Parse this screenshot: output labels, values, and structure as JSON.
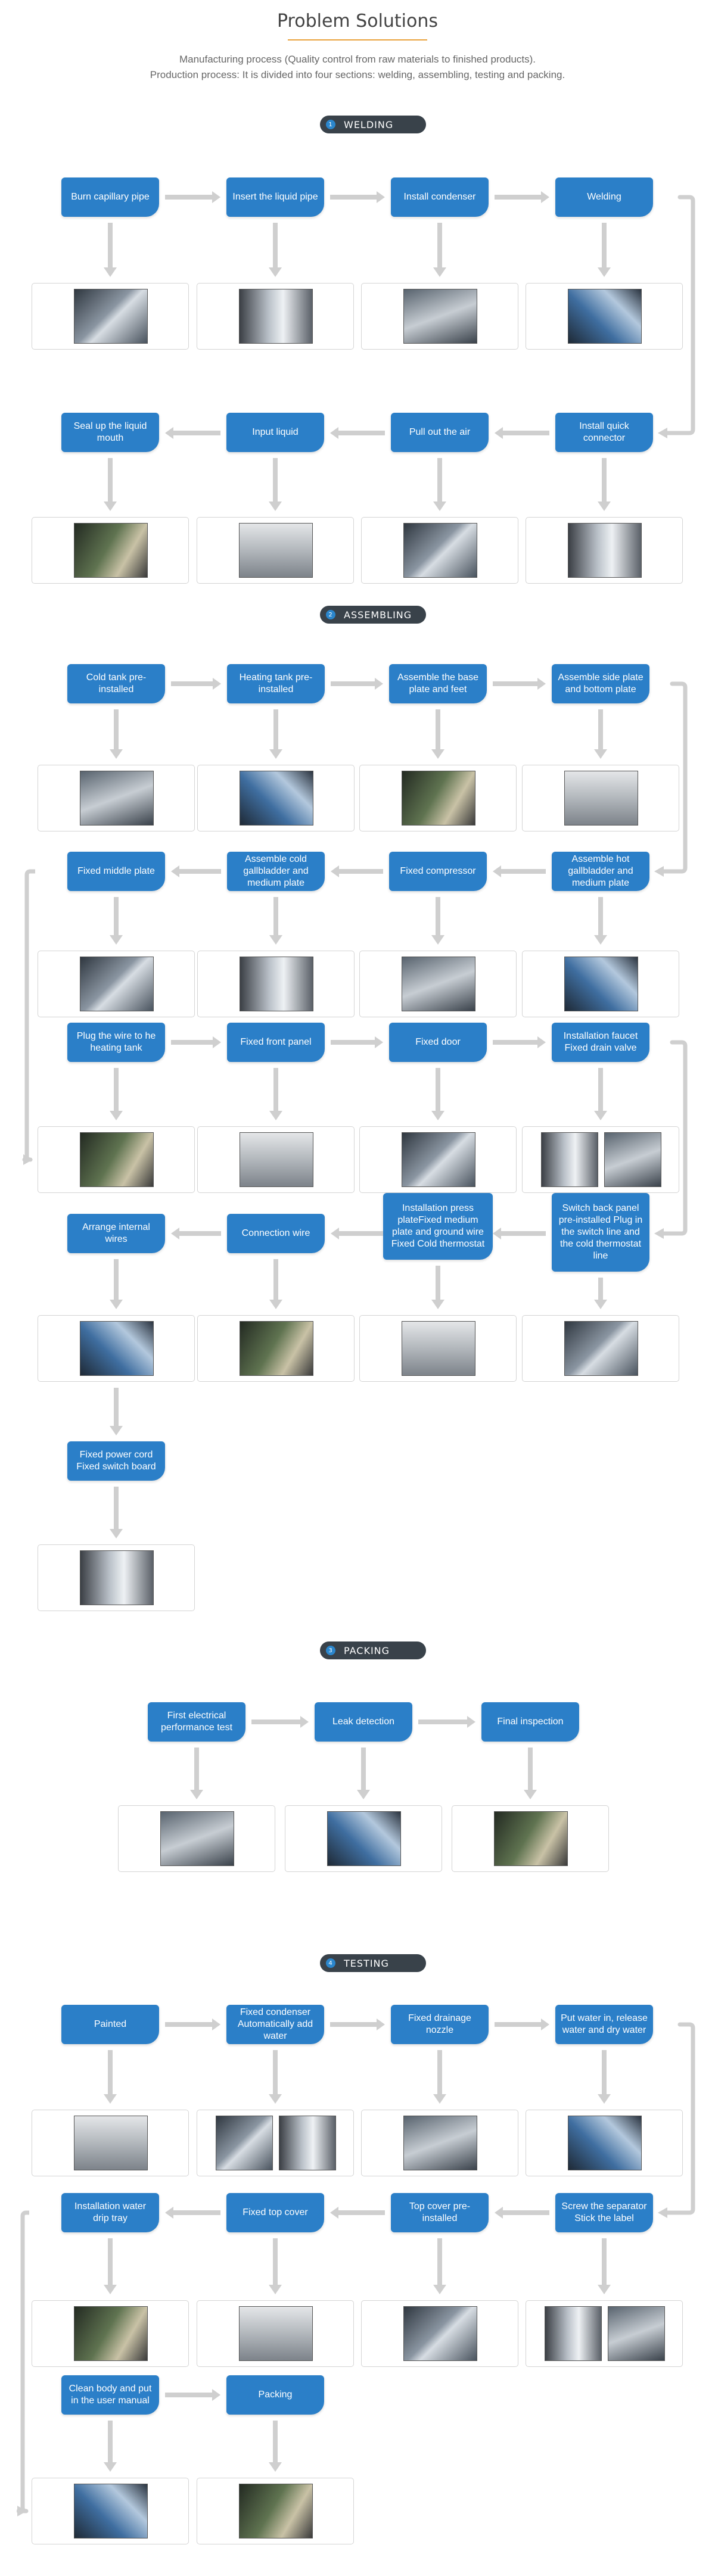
{
  "page": {
    "title": "Problem Solutions",
    "intro_line1": "Manufacturing process (Quality control from raw materials to finished products).",
    "intro_line2": "Production process: It is divided into four sections: welding, assembling, testing and packing."
  },
  "sections": {
    "welding": {
      "number": "1",
      "title": "WELDING"
    },
    "assembling": {
      "number": "2",
      "title": "ASSEMBLING"
    },
    "packing": {
      "number": "3",
      "title": "PACKING"
    },
    "testing": {
      "number": "4",
      "title": "TESTING"
    }
  },
  "welding": {
    "row1": [
      "Burn capillary pipe",
      "Insert the liquid pipe",
      "Install condenser",
      "Welding"
    ],
    "row2": [
      "Seal up the liquid mouth",
      "Input liquid",
      "Pull out the air",
      "Install quick connector"
    ]
  },
  "assembling": {
    "row1": [
      "Cold tank pre-installed",
      "Heating tank pre-installed",
      "Assemble the base plate and feet",
      "Assemble side plate and bottom plate"
    ],
    "row2": [
      "Fixed middle plate",
      "Assemble cold gallbladder and medium plate",
      "Fixed compressor",
      "Assemble hot gallbladder and medium plate"
    ],
    "row3": [
      "Plug the wire to he heating tank",
      "Fixed front panel",
      "Fixed door",
      "Installation faucet Fixed drain valve"
    ],
    "row4": [
      "Arrange  internal wires",
      "Connection wire",
      "Installation press plateFixed medium plate and ground wire Fixed Cold thermostat",
      "Switch back panel pre-installed Plug in the switch line and the cold thermostat line"
    ],
    "row5": [
      "Fixed power cord Fixed switch board"
    ]
  },
  "packing": {
    "row1": [
      "First electrical performance test",
      "Leak detection",
      "Final inspection"
    ]
  },
  "testing": {
    "row1": [
      "Painted",
      "Fixed condenser Automatically add water",
      "Fixed drainage nozzle",
      "Put water in, release water and dry water"
    ],
    "row2": [
      "Installation water drip tray",
      "Fixed top cover",
      "Top cover pre-installed",
      "Screw the separator Stick the label"
    ],
    "row3": [
      "Clean body and put in the user manual",
      "Packing"
    ]
  },
  "colors": {
    "step_blue": "#2b7fc8",
    "arrow_gray": "#cfcfcf",
    "title_rule": "#e9a23b",
    "pill_dark": "#39424a"
  }
}
